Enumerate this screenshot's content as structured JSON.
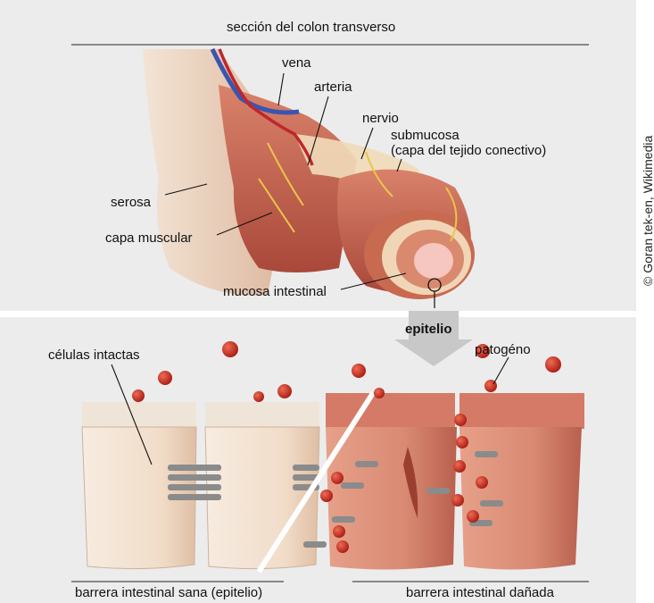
{
  "title": "sección del colon transverso",
  "labels": {
    "vena": "vena",
    "arteria": "arteria",
    "nervio": "nervio",
    "submucosa_1": "submucosa",
    "submucosa_2": "(capa del tejido conectivo)",
    "serosa": "serosa",
    "capa_muscular": "capa muscular",
    "mucosa_intestinal": "mucosa intestinal",
    "epitelio": "epitelio",
    "celulas_intactas": "células intactas",
    "patogeno": "patogéno"
  },
  "captions": {
    "left": "barrera intestinal sana (epitelio)",
    "right": "barrera intestinal dañada"
  },
  "credit": "© Goran tek-en, Wikimedia",
  "colors": {
    "panel_bg": "#ececec",
    "muscle": "#c4614a",
    "tissue_light": "#efd9c4",
    "pathogen": "#c42b1f",
    "vein": "#3a55b0",
    "artery": "#c0262b",
    "nerve": "#e8c64a",
    "arrow": "#c8c8c8"
  }
}
